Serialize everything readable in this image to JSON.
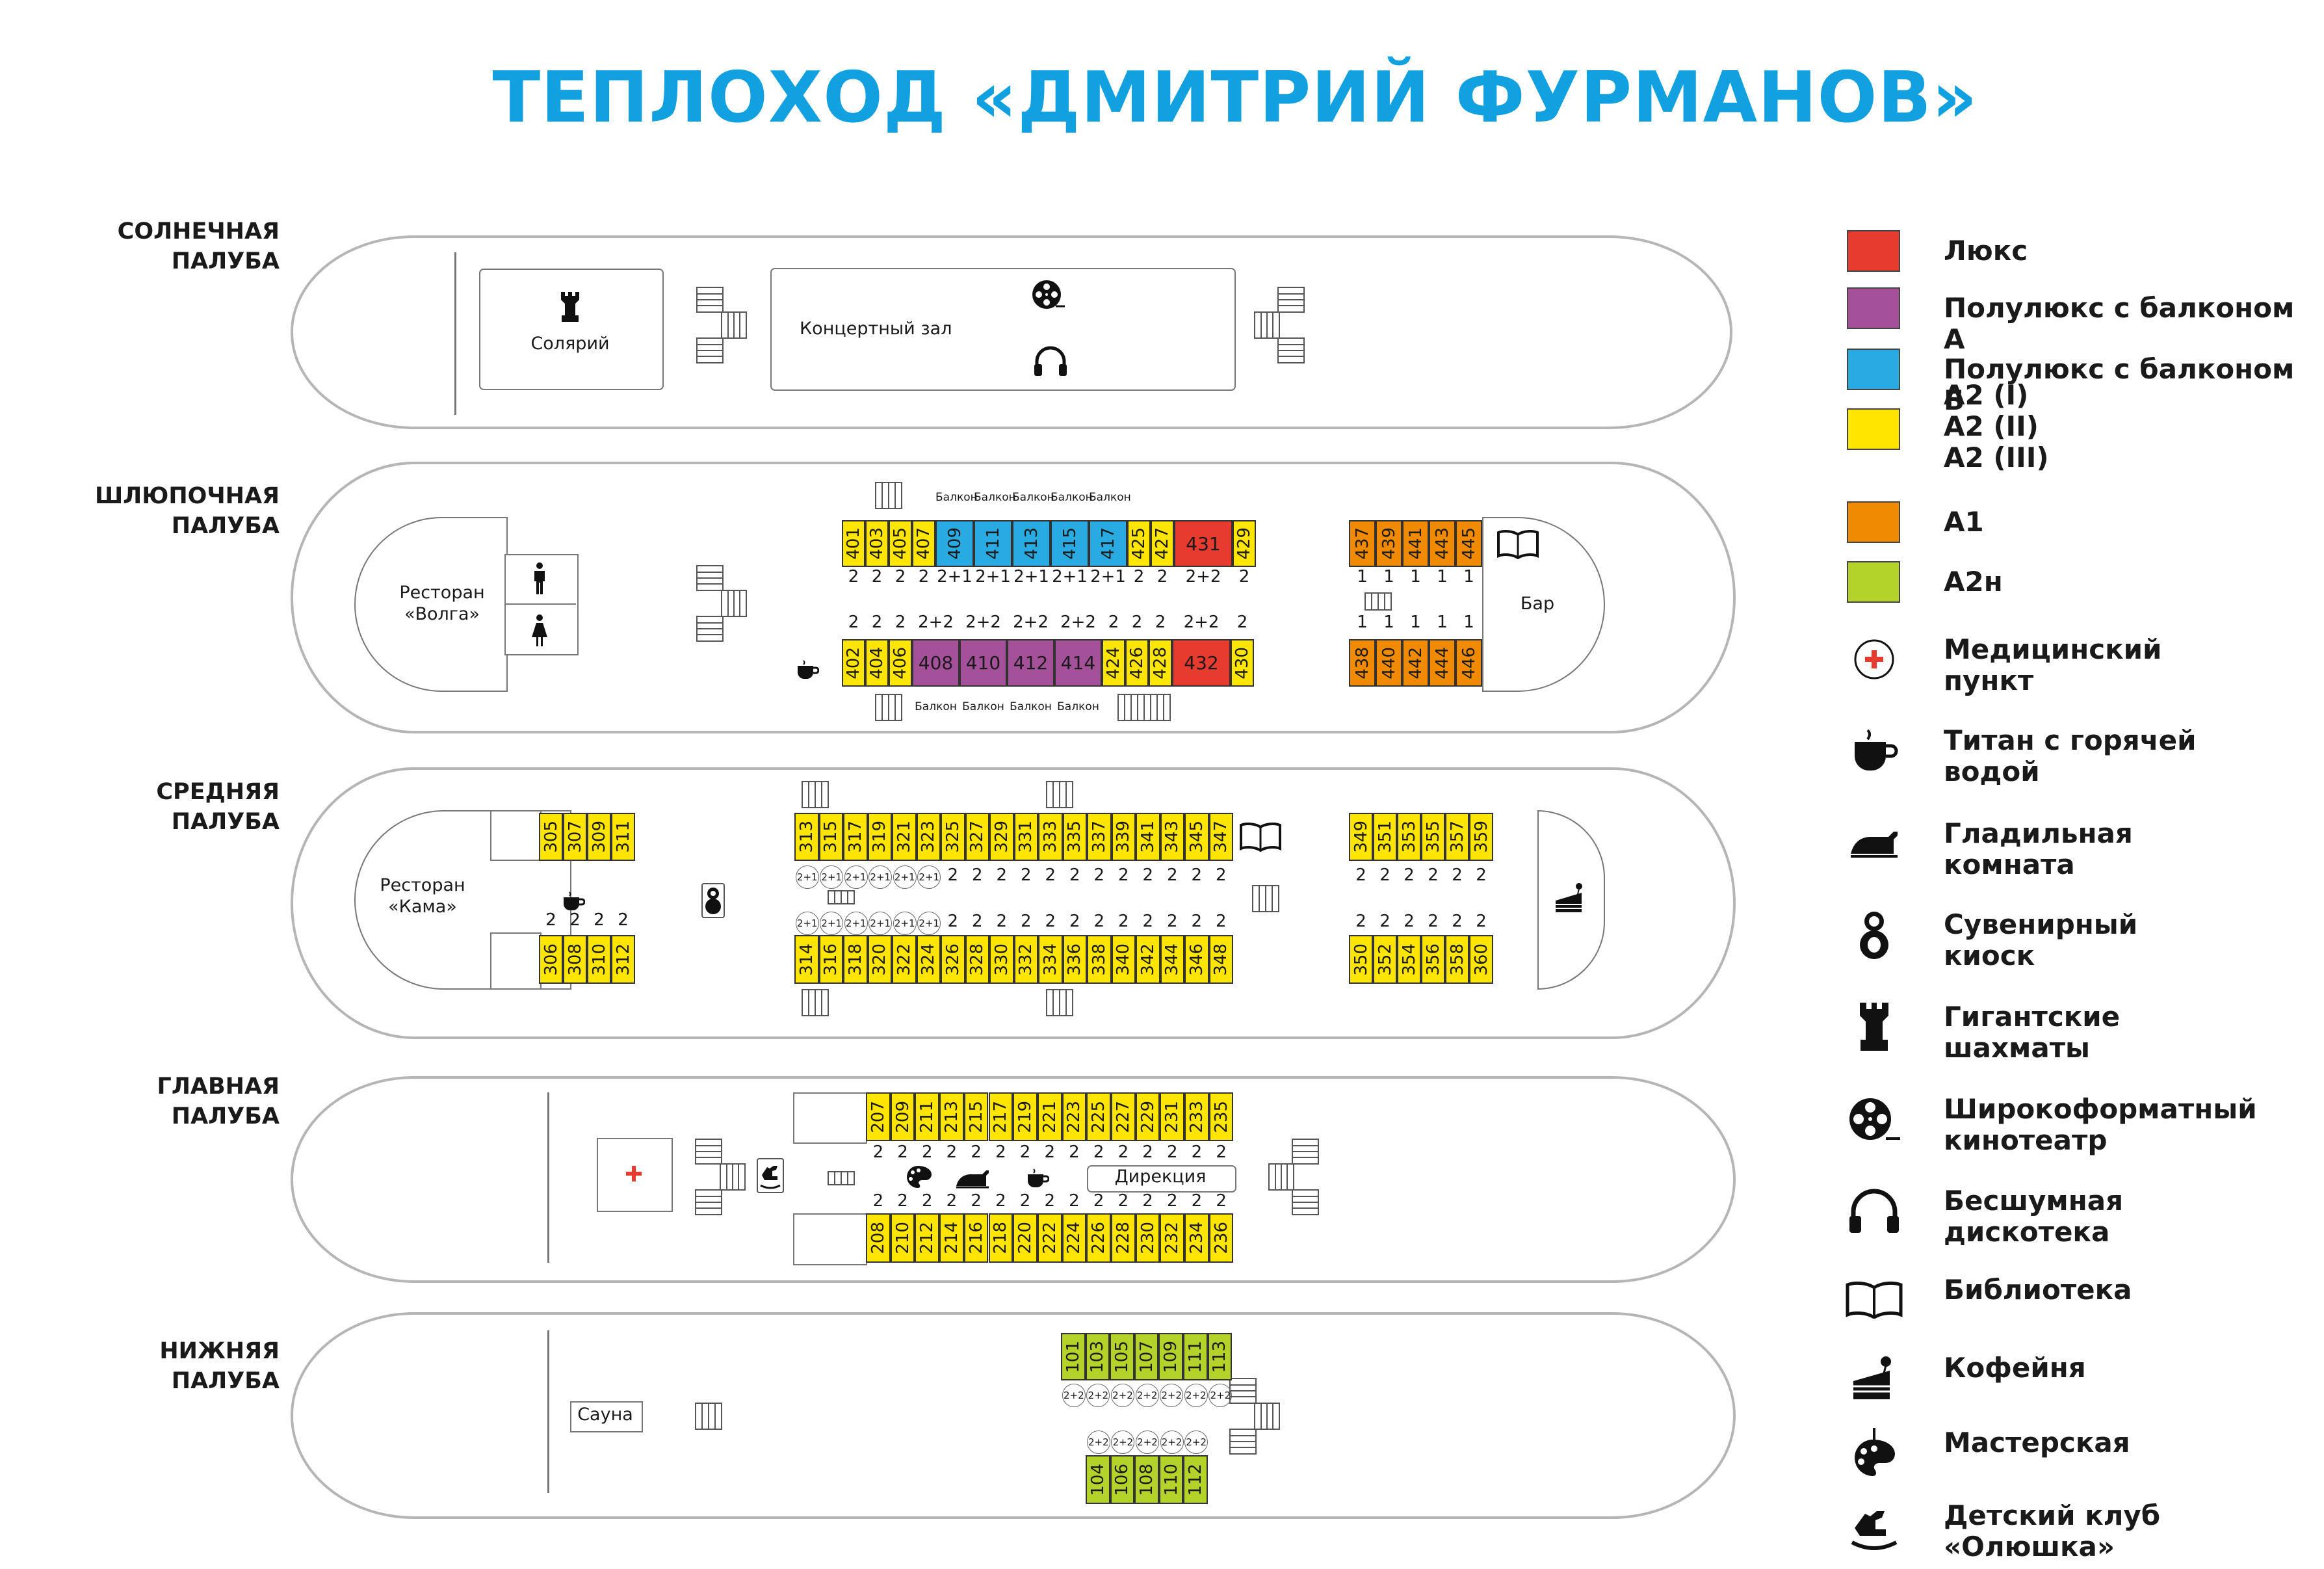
{
  "title": "ТЕПЛОХОД «ДМИТРИЙ ФУРМАНОВ»",
  "colors": {
    "lux": "#e63b2e",
    "semi_a": "#a4519a",
    "semi_b": "#29aae1",
    "a2": "#ffe500",
    "a1": "#f08a00",
    "a2n": "#b3d32a"
  },
  "decks": {
    "sun": {
      "label_1": "СОЛНЕЧНАЯ",
      "label_2": "ПАЛУБА",
      "solarium": "Солярий",
      "concert": "Концертный зал"
    },
    "boat": {
      "label_1": "ШЛЮПОЧНАЯ",
      "label_2": "ПАЛУБА",
      "restaurant_1": "Ресторан",
      "restaurant_2": "«Волга»",
      "bar": "Бар",
      "balcony": "Балкон"
    },
    "middle": {
      "label_1": "СРЕДНЯЯ",
      "label_2": "ПАЛУБА",
      "restaurant_1": "Ресторан",
      "restaurant_2": "«Кама»"
    },
    "main": {
      "label_1": "ГЛАВНАЯ",
      "label_2": "ПАЛУБА",
      "office": "Дирекция"
    },
    "lower": {
      "label_1": "НИЖНЯЯ",
      "label_2": "ПАЛУБА",
      "sauna": "Сауна"
    }
  },
  "cabins": {
    "boat_top": [
      {
        "n": "401",
        "c": "a2",
        "b": "2"
      },
      {
        "n": "403",
        "c": "a2",
        "b": "2"
      },
      {
        "n": "405",
        "c": "a2",
        "b": "2"
      },
      {
        "n": "407",
        "c": "a2",
        "b": "2"
      },
      {
        "n": "409",
        "c": "semi_b",
        "b": "2+1"
      },
      {
        "n": "411",
        "c": "semi_b",
        "b": "2+1"
      },
      {
        "n": "413",
        "c": "semi_b",
        "b": "2+1"
      },
      {
        "n": "415",
        "c": "semi_b",
        "b": "2+1"
      },
      {
        "n": "417",
        "c": "semi_b",
        "b": "2+1"
      },
      {
        "n": "425",
        "c": "a2",
        "b": "2"
      },
      {
        "n": "427",
        "c": "a2",
        "b": "2"
      },
      {
        "n": "431",
        "c": "lux",
        "b": "2+2"
      },
      {
        "n": "429",
        "c": "a2",
        "b": "2"
      }
    ],
    "boat_bottom": [
      {
        "n": "402",
        "c": "a2",
        "b": "2"
      },
      {
        "n": "404",
        "c": "a2",
        "b": "2"
      },
      {
        "n": "406",
        "c": "a2",
        "b": "2"
      },
      {
        "n": "408",
        "c": "semi_a",
        "b": "2+2"
      },
      {
        "n": "410",
        "c": "semi_a",
        "b": "2+2"
      },
      {
        "n": "412",
        "c": "semi_a",
        "b": "2+2"
      },
      {
        "n": "414",
        "c": "semi_a",
        "b": "2+2"
      },
      {
        "n": "424",
        "c": "a2",
        "b": "2"
      },
      {
        "n": "426",
        "c": "a2",
        "b": "2"
      },
      {
        "n": "428",
        "c": "a2",
        "b": "2"
      },
      {
        "n": "432",
        "c": "lux",
        "b": "2+2"
      },
      {
        "n": "430",
        "c": "a2",
        "b": "2"
      }
    ],
    "boat_aft_top": [
      {
        "n": "437",
        "c": "a1",
        "b": "1"
      },
      {
        "n": "439",
        "c": "a1",
        "b": "1"
      },
      {
        "n": "441",
        "c": "a1",
        "b": "1"
      },
      {
        "n": "443",
        "c": "a1",
        "b": "1"
      },
      {
        "n": "445",
        "c": "a1",
        "b": "1"
      }
    ],
    "boat_aft_bottom": [
      {
        "n": "438",
        "c": "a1",
        "b": "1"
      },
      {
        "n": "440",
        "c": "a1",
        "b": "1"
      },
      {
        "n": "442",
        "c": "a1",
        "b": "1"
      },
      {
        "n": "444",
        "c": "a1",
        "b": "1"
      },
      {
        "n": "446",
        "c": "a1",
        "b": "1"
      }
    ],
    "mid_fore_top": [
      {
        "n": "305",
        "b": "2"
      },
      {
        "n": "307",
        "b": "2"
      },
      {
        "n": "309",
        "b": "2"
      },
      {
        "n": "311",
        "b": "2"
      }
    ],
    "mid_fore_bottom": [
      {
        "n": "306",
        "b": "2"
      },
      {
        "n": "308",
        "b": "2"
      },
      {
        "n": "310",
        "b": "2"
      },
      {
        "n": "312",
        "b": "2"
      }
    ],
    "mid_top": [
      {
        "n": "313",
        "b": "2+1"
      },
      {
        "n": "315",
        "b": "2+1"
      },
      {
        "n": "317",
        "b": "2+1"
      },
      {
        "n": "319",
        "b": "2+1"
      },
      {
        "n": "321",
        "b": "2+1"
      },
      {
        "n": "323",
        "b": "2+1"
      },
      {
        "n": "325",
        "b": "2"
      },
      {
        "n": "327",
        "b": "2"
      },
      {
        "n": "329",
        "b": "2"
      },
      {
        "n": "331",
        "b": "2"
      },
      {
        "n": "333",
        "b": "2"
      },
      {
        "n": "335",
        "b": "2"
      },
      {
        "n": "337",
        "b": "2"
      },
      {
        "n": "339",
        "b": "2"
      },
      {
        "n": "341",
        "b": "2"
      },
      {
        "n": "343",
        "b": "2"
      },
      {
        "n": "345",
        "b": "2"
      },
      {
        "n": "347",
        "b": "2"
      }
    ],
    "mid_bottom": [
      {
        "n": "314",
        "b": "2+1"
      },
      {
        "n": "316",
        "b": "2+1"
      },
      {
        "n": "318",
        "b": "2+1"
      },
      {
        "n": "320",
        "b": "2+1"
      },
      {
        "n": "322",
        "b": "2+1"
      },
      {
        "n": "324",
        "b": "2+1"
      },
      {
        "n": "326",
        "b": "2"
      },
      {
        "n": "328",
        "b": "2"
      },
      {
        "n": "330",
        "b": "2"
      },
      {
        "n": "332",
        "b": "2"
      },
      {
        "n": "334",
        "b": "2"
      },
      {
        "n": "336",
        "b": "2"
      },
      {
        "n": "338",
        "b": "2"
      },
      {
        "n": "340",
        "b": "2"
      },
      {
        "n": "342",
        "b": "2"
      },
      {
        "n": "344",
        "b": "2"
      },
      {
        "n": "346",
        "b": "2"
      },
      {
        "n": "348",
        "b": "2"
      }
    ],
    "mid_aft_top": [
      {
        "n": "349",
        "b": "2"
      },
      {
        "n": "351",
        "b": "2"
      },
      {
        "n": "353",
        "b": "2"
      },
      {
        "n": "355",
        "b": "2"
      },
      {
        "n": "357",
        "b": "2"
      },
      {
        "n": "359",
        "b": "2"
      }
    ],
    "mid_aft_bottom": [
      {
        "n": "350",
        "b": "2"
      },
      {
        "n": "352",
        "b": "2"
      },
      {
        "n": "354",
        "b": "2"
      },
      {
        "n": "356",
        "b": "2"
      },
      {
        "n": "358",
        "b": "2"
      },
      {
        "n": "360",
        "b": "2"
      }
    ],
    "main_top": [
      {
        "n": "207",
        "b": "2"
      },
      {
        "n": "209",
        "b": "2"
      },
      {
        "n": "211",
        "b": "2"
      },
      {
        "n": "213",
        "b": "2"
      },
      {
        "n": "215",
        "b": "2"
      },
      {
        "n": "217",
        "b": "2"
      },
      {
        "n": "219",
        "b": "2"
      },
      {
        "n": "221",
        "b": "2"
      },
      {
        "n": "223",
        "b": "2"
      },
      {
        "n": "225",
        "b": "2"
      },
      {
        "n": "227",
        "b": "2"
      },
      {
        "n": "229",
        "b": "2"
      },
      {
        "n": "231",
        "b": "2"
      },
      {
        "n": "233",
        "b": "2"
      },
      {
        "n": "235",
        "b": "2"
      }
    ],
    "main_bottom": [
      {
        "n": "208",
        "b": "2"
      },
      {
        "n": "210",
        "b": "2"
      },
      {
        "n": "212",
        "b": "2"
      },
      {
        "n": "214",
        "b": "2"
      },
      {
        "n": "216",
        "b": "2"
      },
      {
        "n": "218",
        "b": "2"
      },
      {
        "n": "220",
        "b": "2"
      },
      {
        "n": "222",
        "b": "2"
      },
      {
        "n": "224",
        "b": "2"
      },
      {
        "n": "226",
        "b": "2"
      },
      {
        "n": "228",
        "b": "2"
      },
      {
        "n": "230",
        "b": "2"
      },
      {
        "n": "232",
        "b": "2"
      },
      {
        "n": "234",
        "b": "2"
      },
      {
        "n": "236",
        "b": "2"
      }
    ],
    "lower_top": [
      {
        "n": "101",
        "b": "2+2"
      },
      {
        "n": "103",
        "b": "2+2"
      },
      {
        "n": "105",
        "b": "2+2"
      },
      {
        "n": "107",
        "b": "2+2"
      },
      {
        "n": "109",
        "b": "2+2"
      },
      {
        "n": "111",
        "b": "2+2"
      },
      {
        "n": "113",
        "b": "2+2"
      }
    ],
    "lower_bottom": [
      {
        "n": "104",
        "b": "2+2"
      },
      {
        "n": "106",
        "b": "2+2"
      },
      {
        "n": "108",
        "b": "2+2"
      },
      {
        "n": "110",
        "b": "2+2"
      },
      {
        "n": "112",
        "b": "2+2"
      }
    ]
  },
  "legend": [
    {
      "text": "Люкс",
      "swatch": "lux"
    },
    {
      "text": "Полулюкс с балконом А",
      "swatch": "semi_a"
    },
    {
      "text": "Полулюкс с балконом Б",
      "swatch": "semi_b"
    },
    {
      "text": "А2 (I)\nА2 (II)\nА2 (III)",
      "swatch": "a2"
    },
    {
      "text": "А1",
      "swatch": "a1"
    },
    {
      "text": "А2н",
      "swatch": "a2n"
    },
    {
      "text": "Медицинский\nпункт",
      "icon": "medical-cross-icon"
    },
    {
      "text": "Титан с горячей\nводой",
      "icon": "hot-water-cup-icon"
    },
    {
      "text": "Гладильная\nкомната",
      "icon": "iron-icon"
    },
    {
      "text": "Сувенирный\nкиоск",
      "icon": "matryoshka-icon"
    },
    {
      "text": "Гигантские\nшахматы",
      "icon": "chess-rook-icon"
    },
    {
      "text": "Широкоформатный\nкинотеатр",
      "icon": "film-reel-icon"
    },
    {
      "text": "Бесшумная\nдискотека",
      "icon": "headphones-icon"
    },
    {
      "text": "Библиотека",
      "icon": "book-icon"
    },
    {
      "text": "Кофейня",
      "icon": "cake-icon"
    },
    {
      "text": "Мастерская",
      "icon": "palette-icon"
    },
    {
      "text": "Детский клуб\n«Олюшка»",
      "icon": "rocking-horse-icon"
    }
  ]
}
